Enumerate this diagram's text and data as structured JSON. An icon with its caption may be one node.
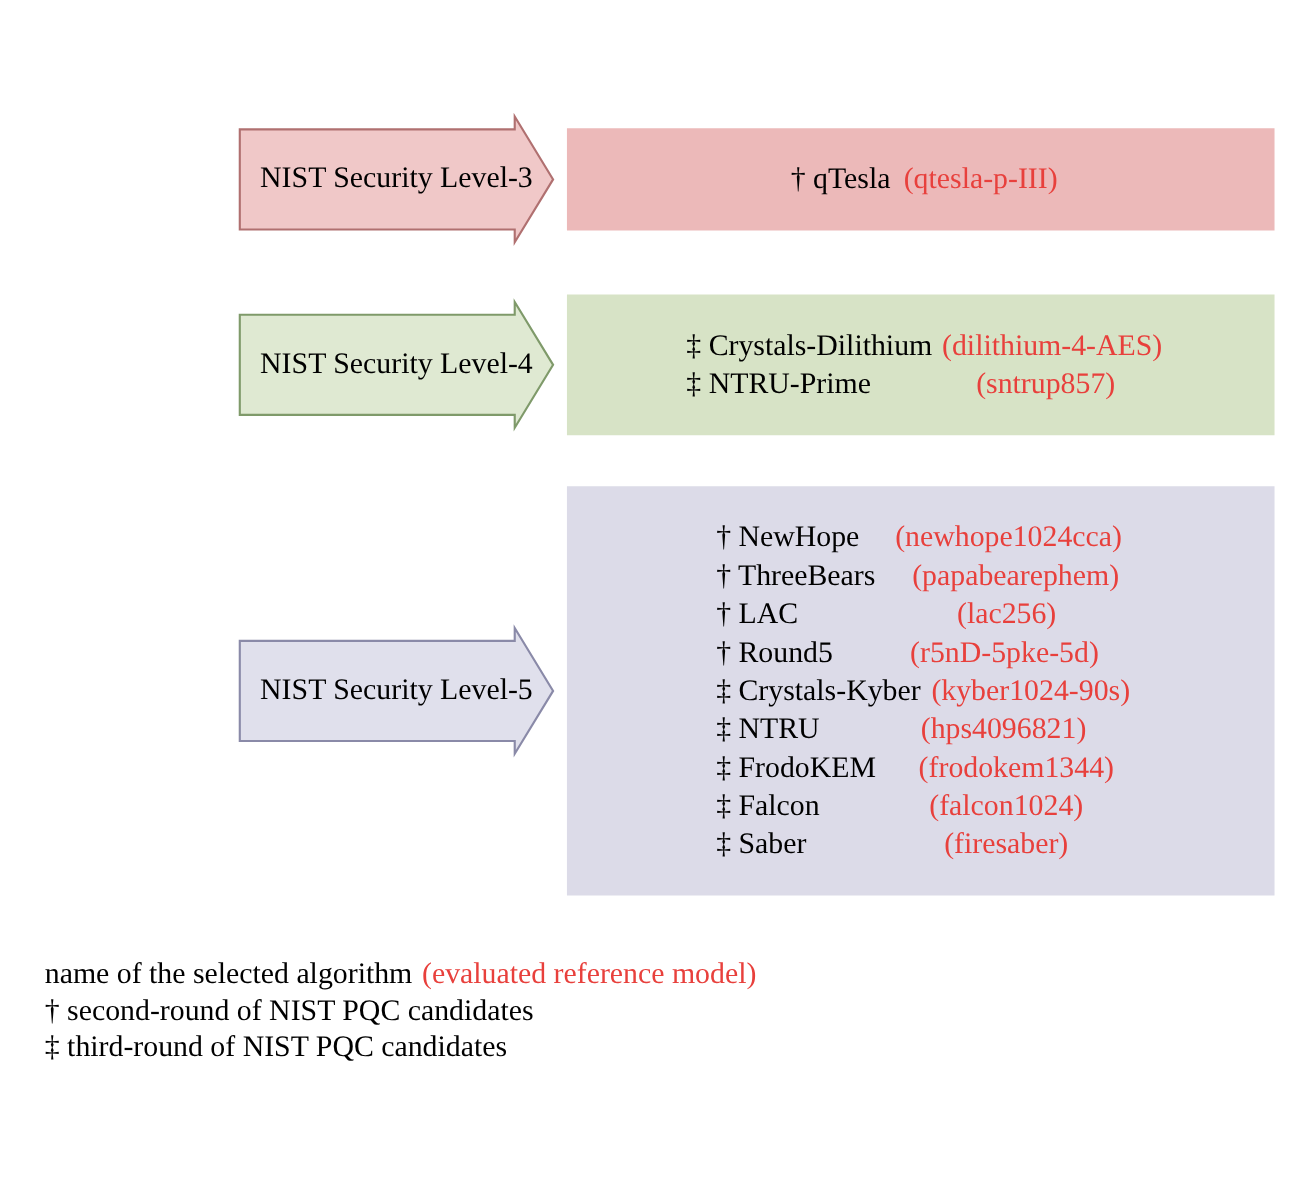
{
  "diagram": {
    "nodes": [
      {
        "text": [
          "NIST Security Level-3"
        ]
      },
      {
        "text": [
          "† qTesla (qtesla-p-III)"
        ]
      },
      {
        "text": [
          "NIST Security Level-4"
        ]
      },
      {
        "text": [
          "‡ Crystals-Dilithium (dilithium-4-AES)",
          "‡ NTRU-Prime (sntrup857)"
        ]
      },
      {
        "text": [
          "NIST Security Level-5"
        ]
      },
      {
        "text": [
          "† NewHope (newhope1024cca)",
          "† ThreeBears (papabearephem)",
          "† LAC (lac256)",
          "† Round5 (r5nD-5pke-5d)",
          "‡ Crystals-Kyber (kyber1024-90s)",
          "‡ NTRU (hps4096821)",
          "‡ FrodoKEM (frodokem1344)",
          "‡ Falcon (falcon1024)",
          "‡ Saber (firesaber)"
        ]
      }
    ],
    "edges": [],
    "labels": [
      "name of the selected algorithm (evaluated reference model)",
      "† second-round of NIST PQC candidates",
      "‡ third-round of NIST PQC candidates"
    ]
  }
}
